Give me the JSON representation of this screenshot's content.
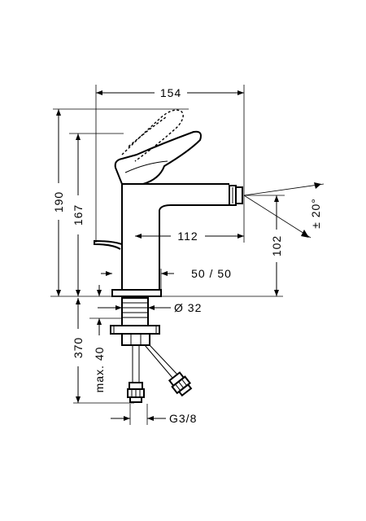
{
  "dimensions": {
    "overall_length": "154",
    "overall_height": "190",
    "lever_height": "167",
    "spout_reach": "112",
    "outlet_height": "102",
    "swivel_angle": "± 20°",
    "lever_clearance": "50 / 50",
    "hole_diameter": "Ø 32",
    "hose_length": "370",
    "max_thickness": "max. 40",
    "connection_thread": "G3/8"
  }
}
